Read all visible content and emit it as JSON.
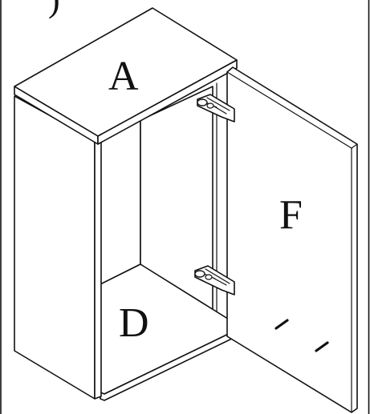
{
  "diagram": {
    "step_fragment": ")",
    "parts": {
      "top_panel": "A",
      "bottom_panel": "D",
      "door": "F"
    }
  }
}
